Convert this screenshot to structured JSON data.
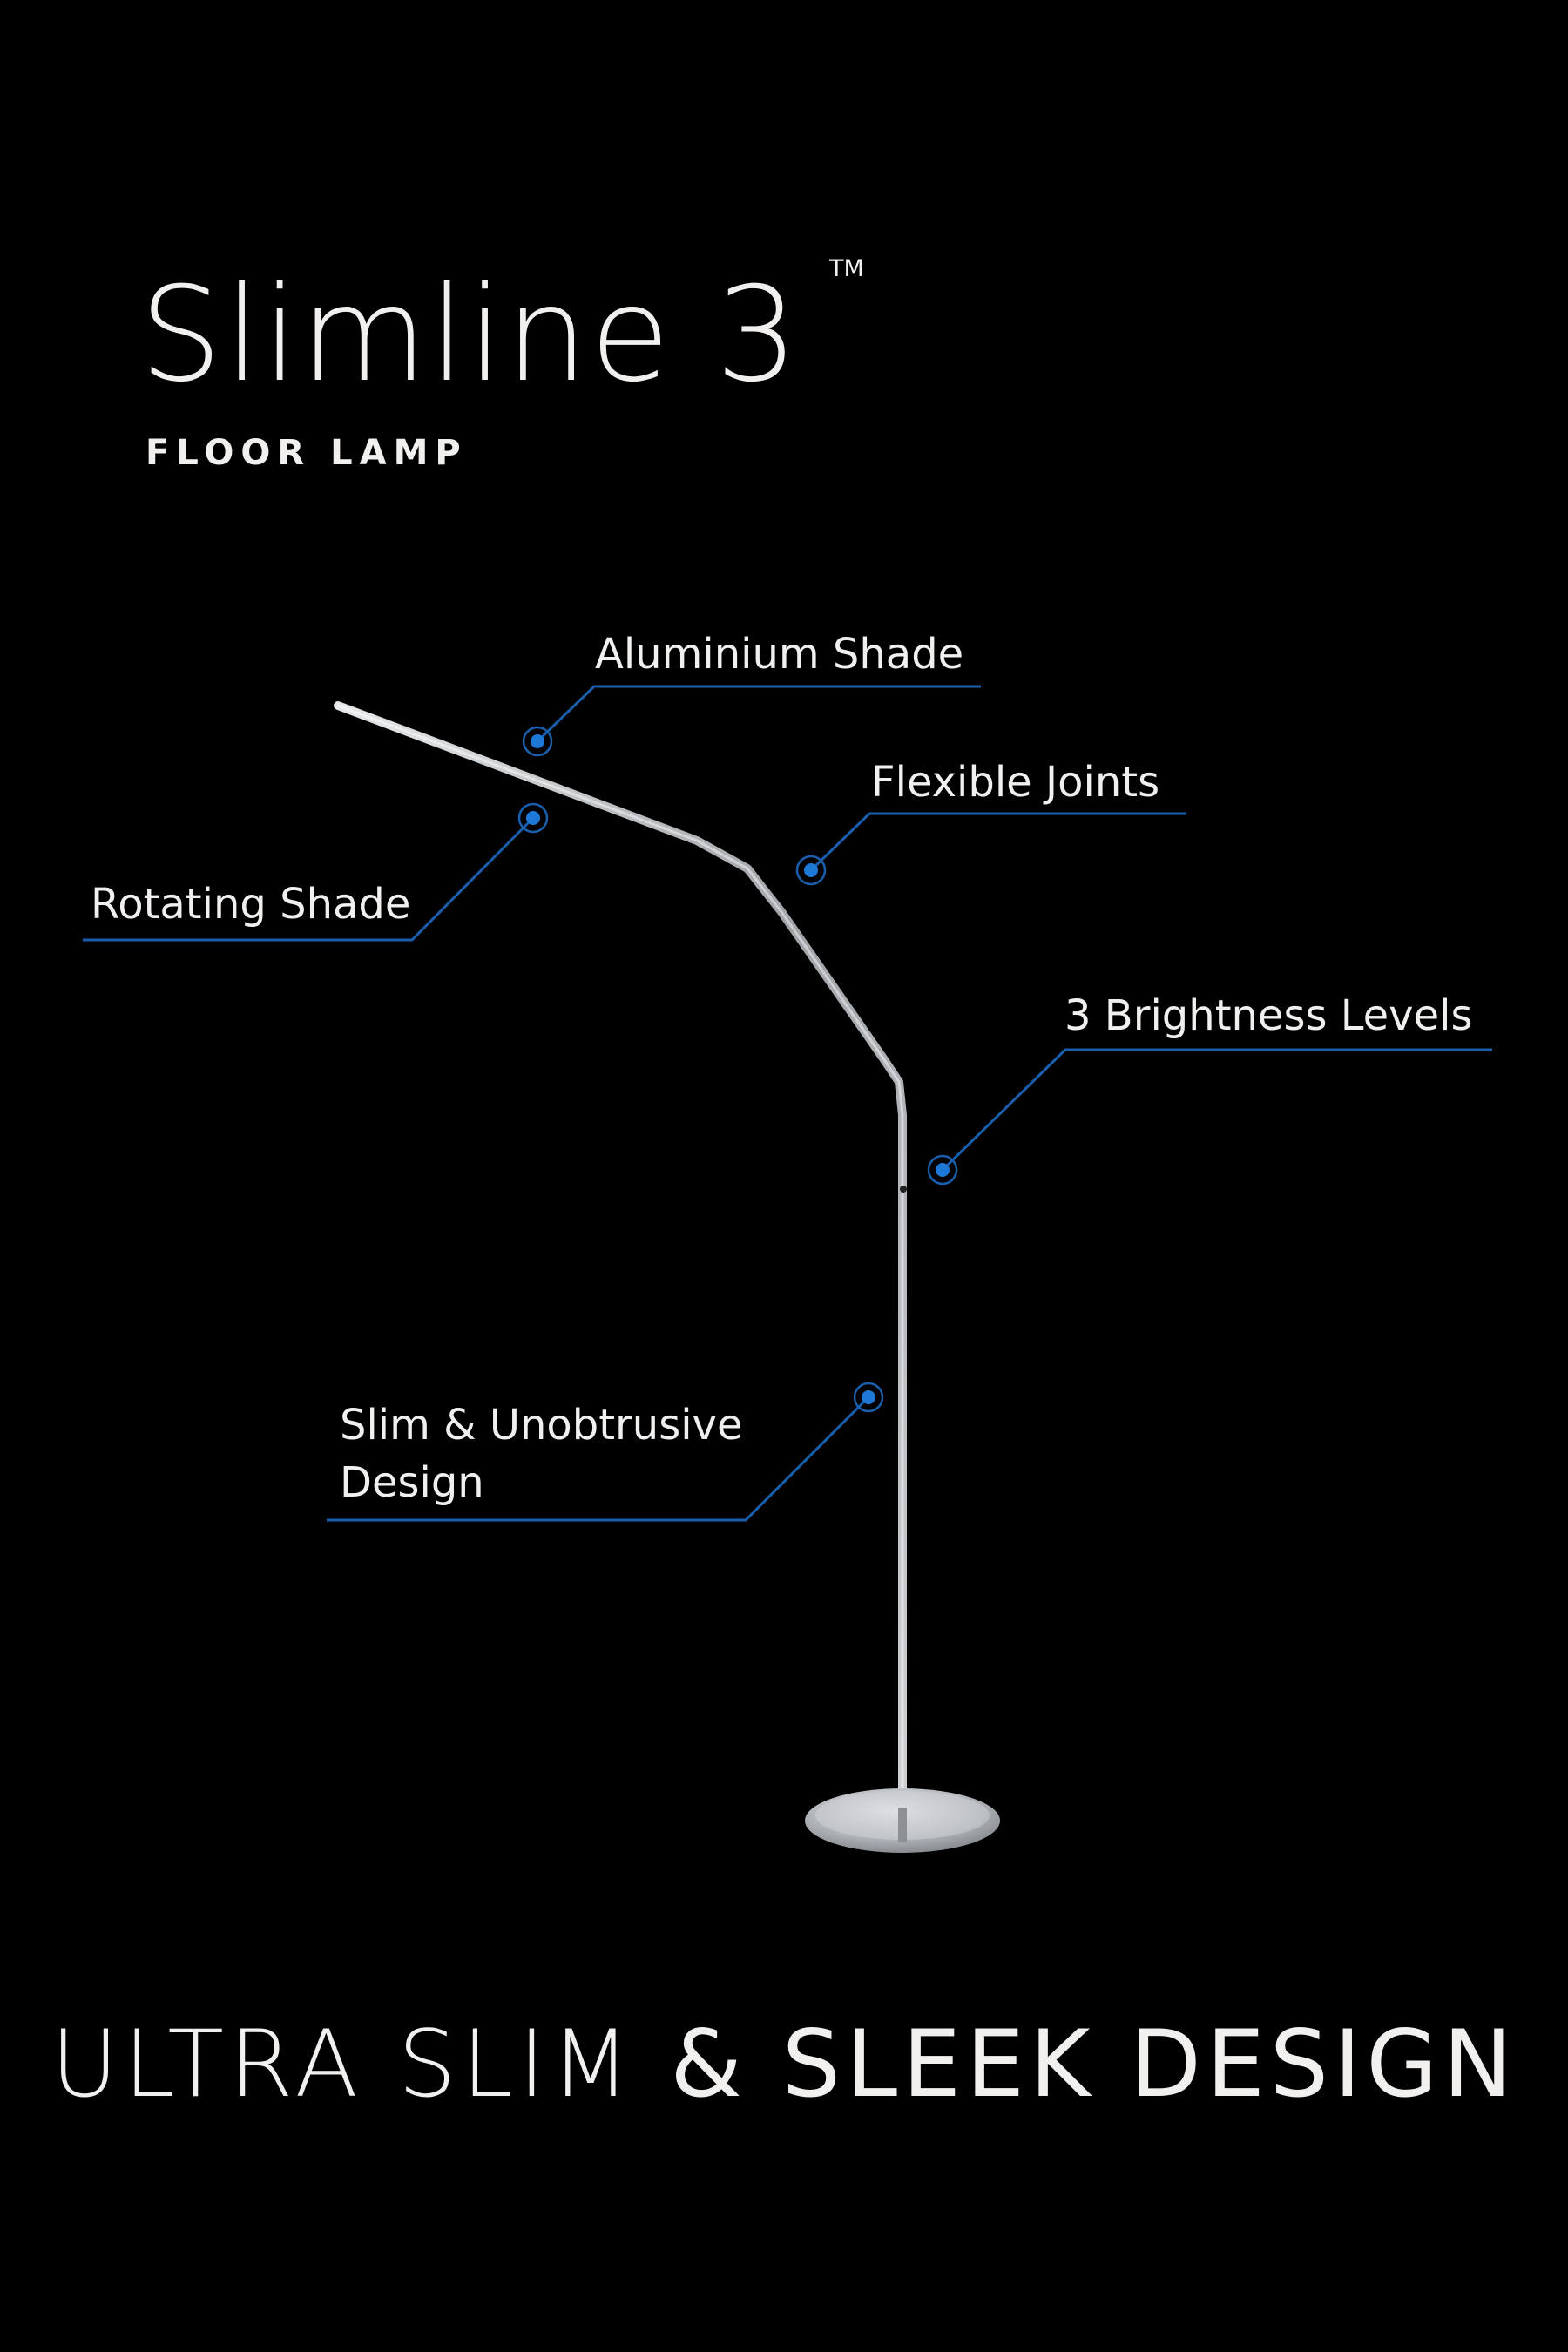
{
  "header": {
    "title": "Slimline 3",
    "trademark": "TM",
    "subtitle": "FLOOR LAMP"
  },
  "callouts": [
    {
      "label": "Aluminium Shade"
    },
    {
      "label": "Flexible Joints"
    },
    {
      "label": "Rotating Shade"
    },
    {
      "label": "3 Brightness Levels"
    },
    {
      "label": "Slim & Unobtrusive Design",
      "line1": "Slim & Unobtrusive",
      "line2": "Design"
    }
  ],
  "tagline": {
    "light": "ULTRA SLIM",
    "bold": "& SLEEK DESIGN"
  },
  "colors": {
    "background": "#000000",
    "text": "#f2f0ee",
    "accent_line": "#1a5fae",
    "accent_dot": "#1e78d6",
    "lamp_metal": "#b9bcbf"
  }
}
